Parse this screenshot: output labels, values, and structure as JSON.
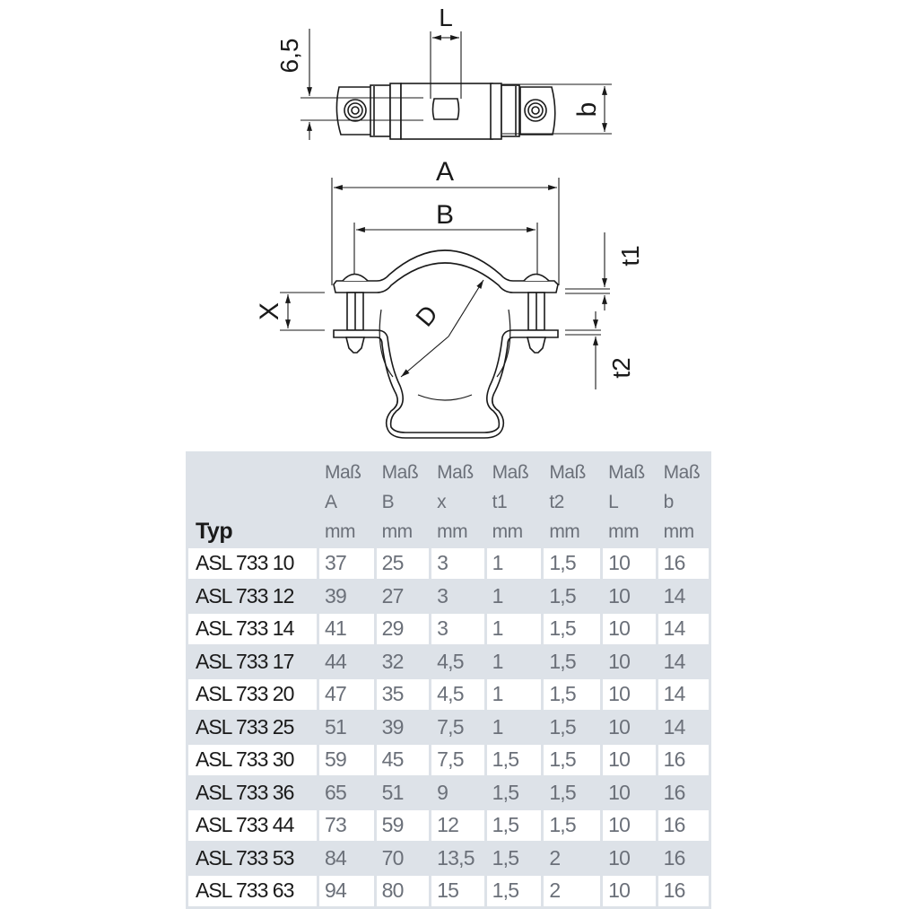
{
  "drawing": {
    "top_view": {
      "labels": {
        "L": "L",
        "height_6_5": "6,5",
        "b": "b"
      }
    },
    "front_view": {
      "labels": {
        "A": "A",
        "B": "B",
        "D": "D",
        "X": "X",
        "t1": "t1",
        "t2": "t2"
      }
    }
  },
  "table": {
    "header": {
      "typ": "Typ",
      "columns": [
        {
          "line1": "Maß",
          "line2": "A",
          "unit": "mm"
        },
        {
          "line1": "Maß",
          "line2": "B",
          "unit": "mm"
        },
        {
          "line1": "Maß",
          "line2": "x",
          "unit": "mm"
        },
        {
          "line1": "Maß",
          "line2": "t1",
          "unit": "mm"
        },
        {
          "line1": "Maß",
          "line2": "t2",
          "unit": "mm"
        },
        {
          "line1": "Maß",
          "line2": "L",
          "unit": "mm"
        },
        {
          "line1": "Maß",
          "line2": "b",
          "unit": "mm"
        }
      ]
    },
    "rows": [
      {
        "typ": "ASL 733 10",
        "A": "37",
        "B": "25",
        "x": "3",
        "t1": "1",
        "t2": "1,5",
        "L": "10",
        "b": "16"
      },
      {
        "typ": "ASL 733 12",
        "A": "39",
        "B": "27",
        "x": "3",
        "t1": "1",
        "t2": "1,5",
        "L": "10",
        "b": "14"
      },
      {
        "typ": "ASL 733 14",
        "A": "41",
        "B": "29",
        "x": "3",
        "t1": "1",
        "t2": "1,5",
        "L": "10",
        "b": "14"
      },
      {
        "typ": "ASL 733 17",
        "A": "44",
        "B": "32",
        "x": "4,5",
        "t1": "1",
        "t2": "1,5",
        "L": "10",
        "b": "14"
      },
      {
        "typ": "ASL 733 20",
        "A": "47",
        "B": "35",
        "x": "4,5",
        "t1": "1",
        "t2": "1,5",
        "L": "10",
        "b": "14"
      },
      {
        "typ": "ASL 733 25",
        "A": "51",
        "B": "39",
        "x": "7,5",
        "t1": "1",
        "t2": "1,5",
        "L": "10",
        "b": "14"
      },
      {
        "typ": "ASL 733 30",
        "A": "59",
        "B": "45",
        "x": "7,5",
        "t1": "1,5",
        "t2": "1,5",
        "L": "10",
        "b": "16"
      },
      {
        "typ": "ASL 733 36",
        "A": "65",
        "B": "51",
        "x": "9",
        "t1": "1,5",
        "t2": "1,5",
        "L": "10",
        "b": "16"
      },
      {
        "typ": "ASL 733 44",
        "A": "73",
        "B": "59",
        "x": "12",
        "t1": "1,5",
        "t2": "1,5",
        "L": "10",
        "b": "16"
      },
      {
        "typ": "ASL 733 53",
        "A": "84",
        "B": "70",
        "x": "13,5",
        "t1": "1,5",
        "t2": "2",
        "L": "10",
        "b": "16"
      },
      {
        "typ": "ASL 733 63",
        "A": "94",
        "B": "80",
        "x": "15",
        "t1": "1,5",
        "t2": "2",
        "L": "10",
        "b": "16"
      }
    ]
  },
  "colors": {
    "table_header_bg": "#dde2e8",
    "table_alt_row_bg": "#dde2e8",
    "table_value_text": "#6b7079",
    "table_typ_text": "#1a1a1a",
    "drawing_line": "#1a1a1a"
  }
}
